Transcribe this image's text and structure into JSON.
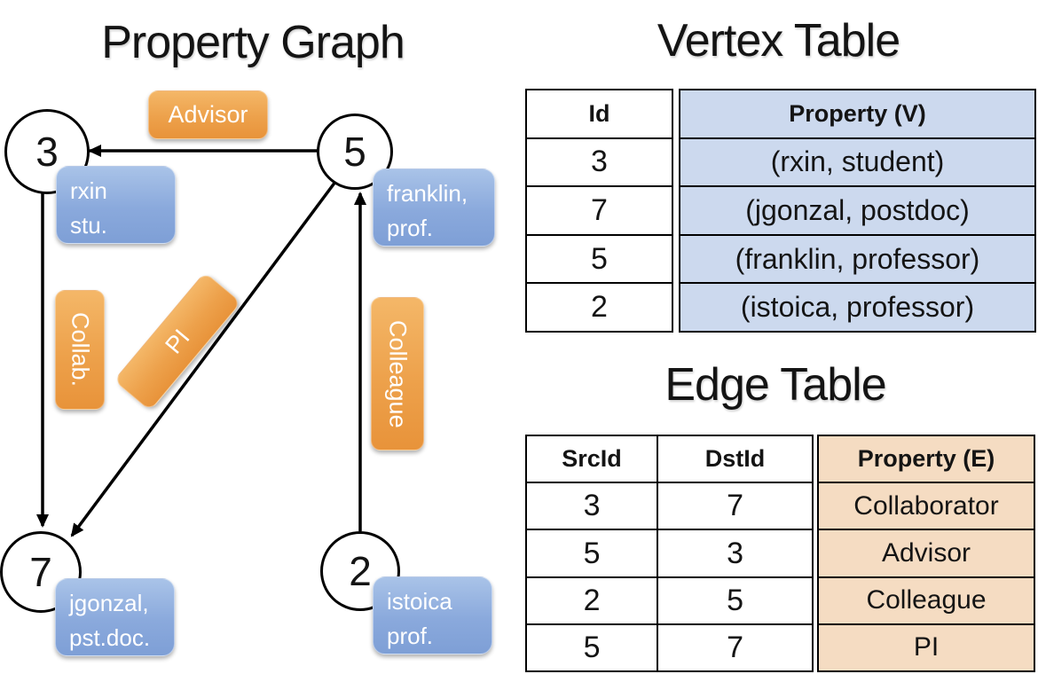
{
  "colors": {
    "node_box_blue": "#7e9fd6",
    "edge_box_orange": "#e8933a",
    "vertex_property_fill": "#ccd9ee",
    "edge_property_fill": "#f5dcc2",
    "line_color": "#000000",
    "text_on_boxes": "#ffffff"
  },
  "graph": {
    "title": "Property Graph",
    "nodes": [
      {
        "id": "3",
        "property": "rxin\nstu."
      },
      {
        "id": "5",
        "property": "franklin,\nprof."
      },
      {
        "id": "7",
        "property": "jgonzal,\npst.doc."
      },
      {
        "id": "2",
        "property": "istoica\nprof."
      }
    ],
    "edges": [
      {
        "src": "5",
        "dst": "3",
        "label": "Advisor"
      },
      {
        "src": "3",
        "dst": "7",
        "label": "Collab."
      },
      {
        "src": "5",
        "dst": "7",
        "label": "PI"
      },
      {
        "src": "2",
        "dst": "5",
        "label": "Colleague"
      }
    ]
  },
  "vertex_table": {
    "title": "Vertex Table",
    "columns": [
      "Id",
      "Property (V)"
    ],
    "rows": [
      [
        "3",
        "(rxin, student)"
      ],
      [
        "7",
        "(jgonzal, postdoc)"
      ],
      [
        "5",
        "(franklin, professor)"
      ],
      [
        "2",
        "(istoica, professor)"
      ]
    ]
  },
  "edge_table": {
    "title": "Edge Table",
    "columns": [
      "SrcId",
      "DstId",
      "Property (E)"
    ],
    "rows": [
      [
        "3",
        "7",
        "Collaborator"
      ],
      [
        "5",
        "3",
        "Advisor"
      ],
      [
        "2",
        "5",
        "Colleague"
      ],
      [
        "5",
        "7",
        "PI"
      ]
    ]
  }
}
